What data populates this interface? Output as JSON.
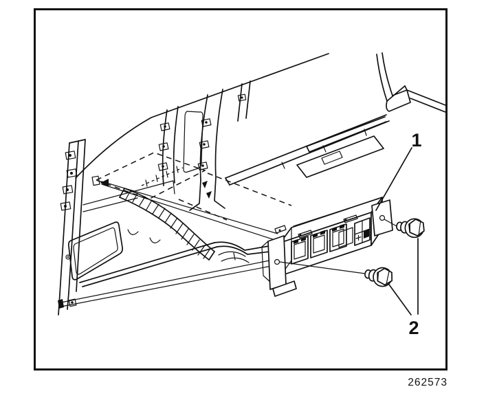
{
  "figure": {
    "figure_number": "262573",
    "callouts": [
      {
        "label": "1"
      },
      {
        "label": "2"
      }
    ],
    "colors": {
      "line": "#111111",
      "background": "#ffffff"
    }
  }
}
